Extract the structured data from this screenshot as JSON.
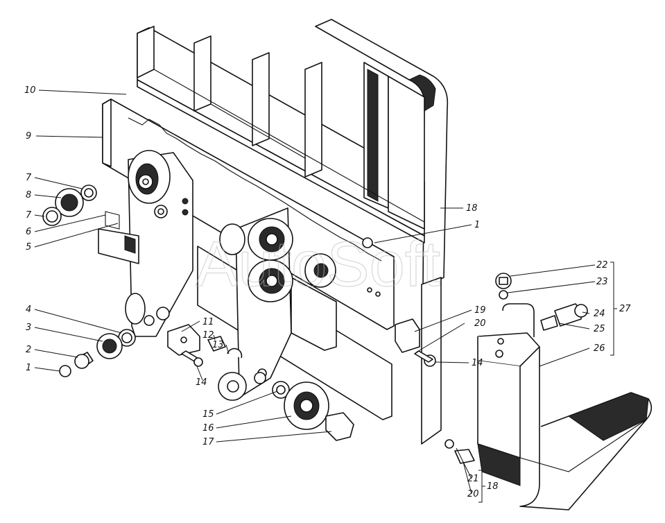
{
  "watermark": "AutoSoft",
  "callouts": {
    "c1_left": "1",
    "c2": "2",
    "c3": "3",
    "c4": "4",
    "c5": "5",
    "c6": "6",
    "c7_top": "7",
    "c8": "8",
    "c7_low": "7",
    "c9": "9",
    "c10": "10",
    "c11": "11",
    "c12": "12",
    "c13": "13",
    "c14_left": "14",
    "c15": "15",
    "c16": "16",
    "c17": "17",
    "c18_plate": "18",
    "c1_right": "1",
    "c19": "19",
    "c20_right": "20",
    "c14_right": "14",
    "c22": "22",
    "c23": "23",
    "c24": "24",
    "c25": "25",
    "c26": "26",
    "c27": "27",
    "c21_bottom": "21",
    "c20_bottom": "20",
    "c18_bottom": "18"
  }
}
